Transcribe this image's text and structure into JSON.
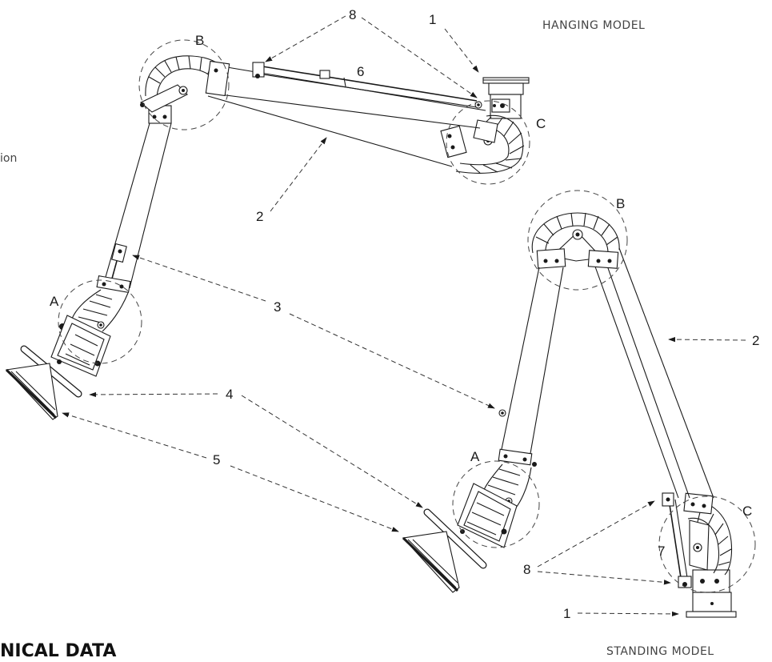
{
  "labels": {
    "hanging_model": "HANGING MODEL",
    "standing_model": "STANDING MODEL",
    "technical_data": "NICAL DATA",
    "edge_text": "ion"
  },
  "joints": {
    "a": "A",
    "b": "B",
    "c": "C"
  },
  "callouts": {
    "n1": "1",
    "n2": "2",
    "n3": "3",
    "n4": "4",
    "n5": "5",
    "n6": "6",
    "n7": "7",
    "n8": "8"
  },
  "colors": {
    "line": "#1a1a1a",
    "dash": "#333333",
    "text": "#444444"
  }
}
